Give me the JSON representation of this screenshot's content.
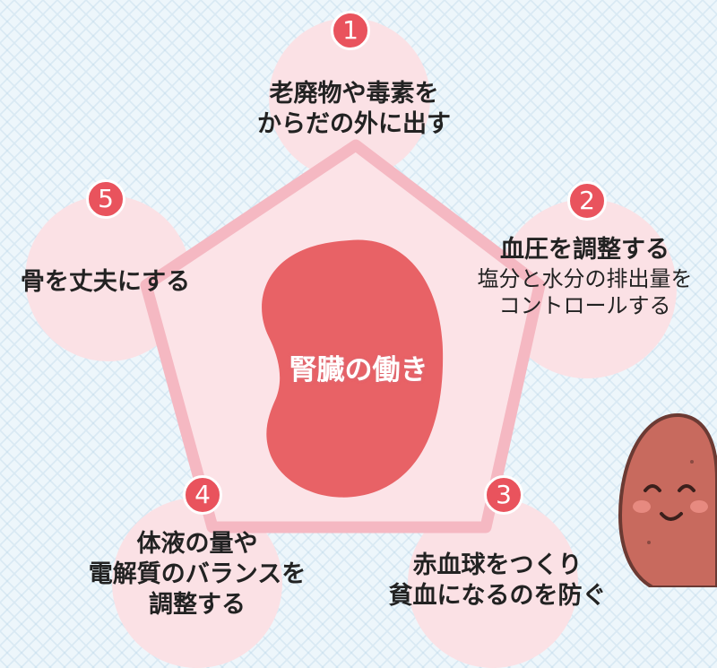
{
  "title": "腎臓の働き",
  "items": [
    {
      "number": "1",
      "lines": [
        "老廃物や毒素を",
        "からだの外に出す"
      ]
    },
    {
      "number": "2",
      "heading": "血圧を調整する",
      "lines": [
        "塩分と水分の排出量を",
        "コントロールする"
      ]
    },
    {
      "number": "3",
      "lines": [
        "赤血球をつくり",
        "貧血になるのを防ぐ"
      ]
    },
    {
      "number": "4",
      "lines": [
        "体液の量や",
        "電解質のバランスを",
        "調整する"
      ]
    },
    {
      "number": "5",
      "lines": [
        "骨を丈夫にする"
      ]
    }
  ],
  "colors": {
    "badge": "#e9535d",
    "kidney": "#e86266",
    "circle": "#fbe1e5",
    "pentagon": "#f9c8d0",
    "background": "#edf6fb"
  },
  "icons": {
    "center": "kidney-icon",
    "corner": "smiling-potato-character"
  }
}
